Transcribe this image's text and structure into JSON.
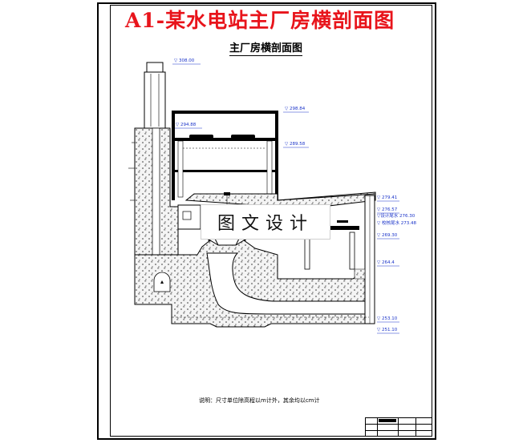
{
  "banner": {
    "title": "A1-某水电站主厂房横剖面图"
  },
  "drawing": {
    "subtitle": "主厂房横剖面图"
  },
  "watermark": {
    "text": "图文设计"
  },
  "note": {
    "text": "说明：尺寸单位除高程以m计外，其余均以cm计"
  },
  "elevations": {
    "e1": "▽ 308.00",
    "e2": "▽ 298.84",
    "e3": "▽ 294.88",
    "e4": "▽ 289.58",
    "e5": "▽ 279.41",
    "e6": "▽ 276.57",
    "e7": "▽设计尾水 276.30",
    "e8": "▽ 校核尾水 273.48",
    "e9": "▽ 269.30",
    "e10": "▽ 264.4",
    "e11": "▽ 253.10",
    "e12": "▽ 251.10"
  },
  "colors": {
    "title": "#e8141b",
    "elevation": "#1a33c9",
    "line": "#000000",
    "concrete_fill": "#f2f2f2"
  },
  "icons": {
    "elevation_marker": "triangle-down-icon",
    "turbine": "turbine-icon",
    "crane": "crane-icon"
  }
}
